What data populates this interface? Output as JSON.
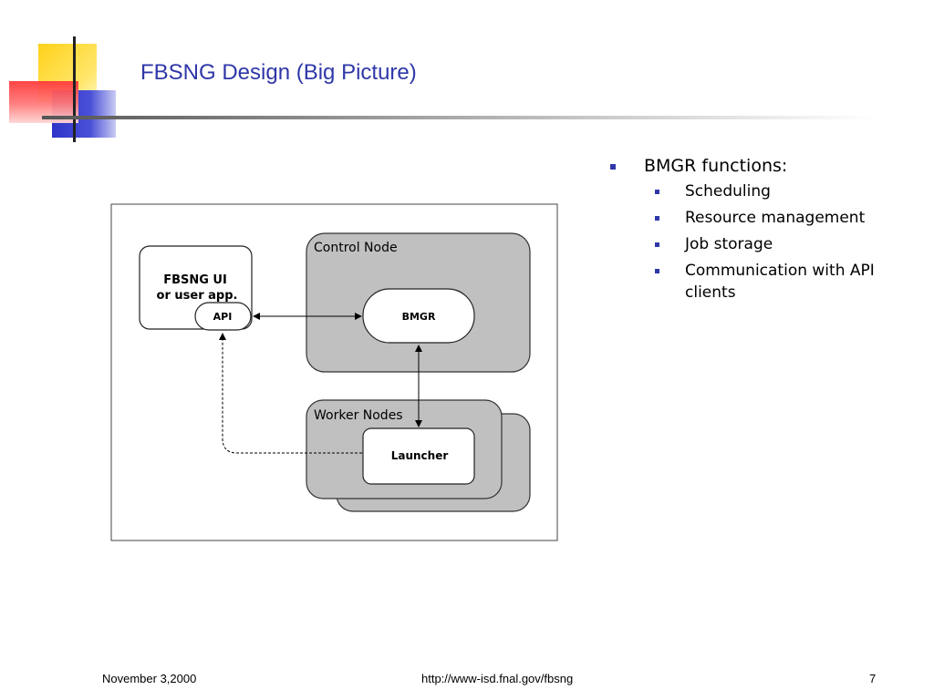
{
  "slide": {
    "title": "FBSNG Design (Big Picture)",
    "bullet": "BMGR functions:",
    "sub_bullets": [
      "Scheduling",
      "Resource management",
      "Job storage",
      "Communication with API clients"
    ]
  },
  "diagram": {
    "ui_box_line1": "FBSNG UI",
    "ui_box_line2": "or user app.",
    "api_label": "API",
    "control_node_label": "Control Node",
    "bmgr_label": "BMGR",
    "worker_nodes_label": "Worker Nodes",
    "launcher_label": "Launcher"
  },
  "footer": {
    "date": "November 3,2000",
    "url": "http://www-isd.fnal.gov/fbsng",
    "page_number": "7"
  },
  "colors": {
    "title_color": "#2f37a8",
    "bullet_color": "#2f37a8",
    "node_fill": "#c0c0c0"
  }
}
